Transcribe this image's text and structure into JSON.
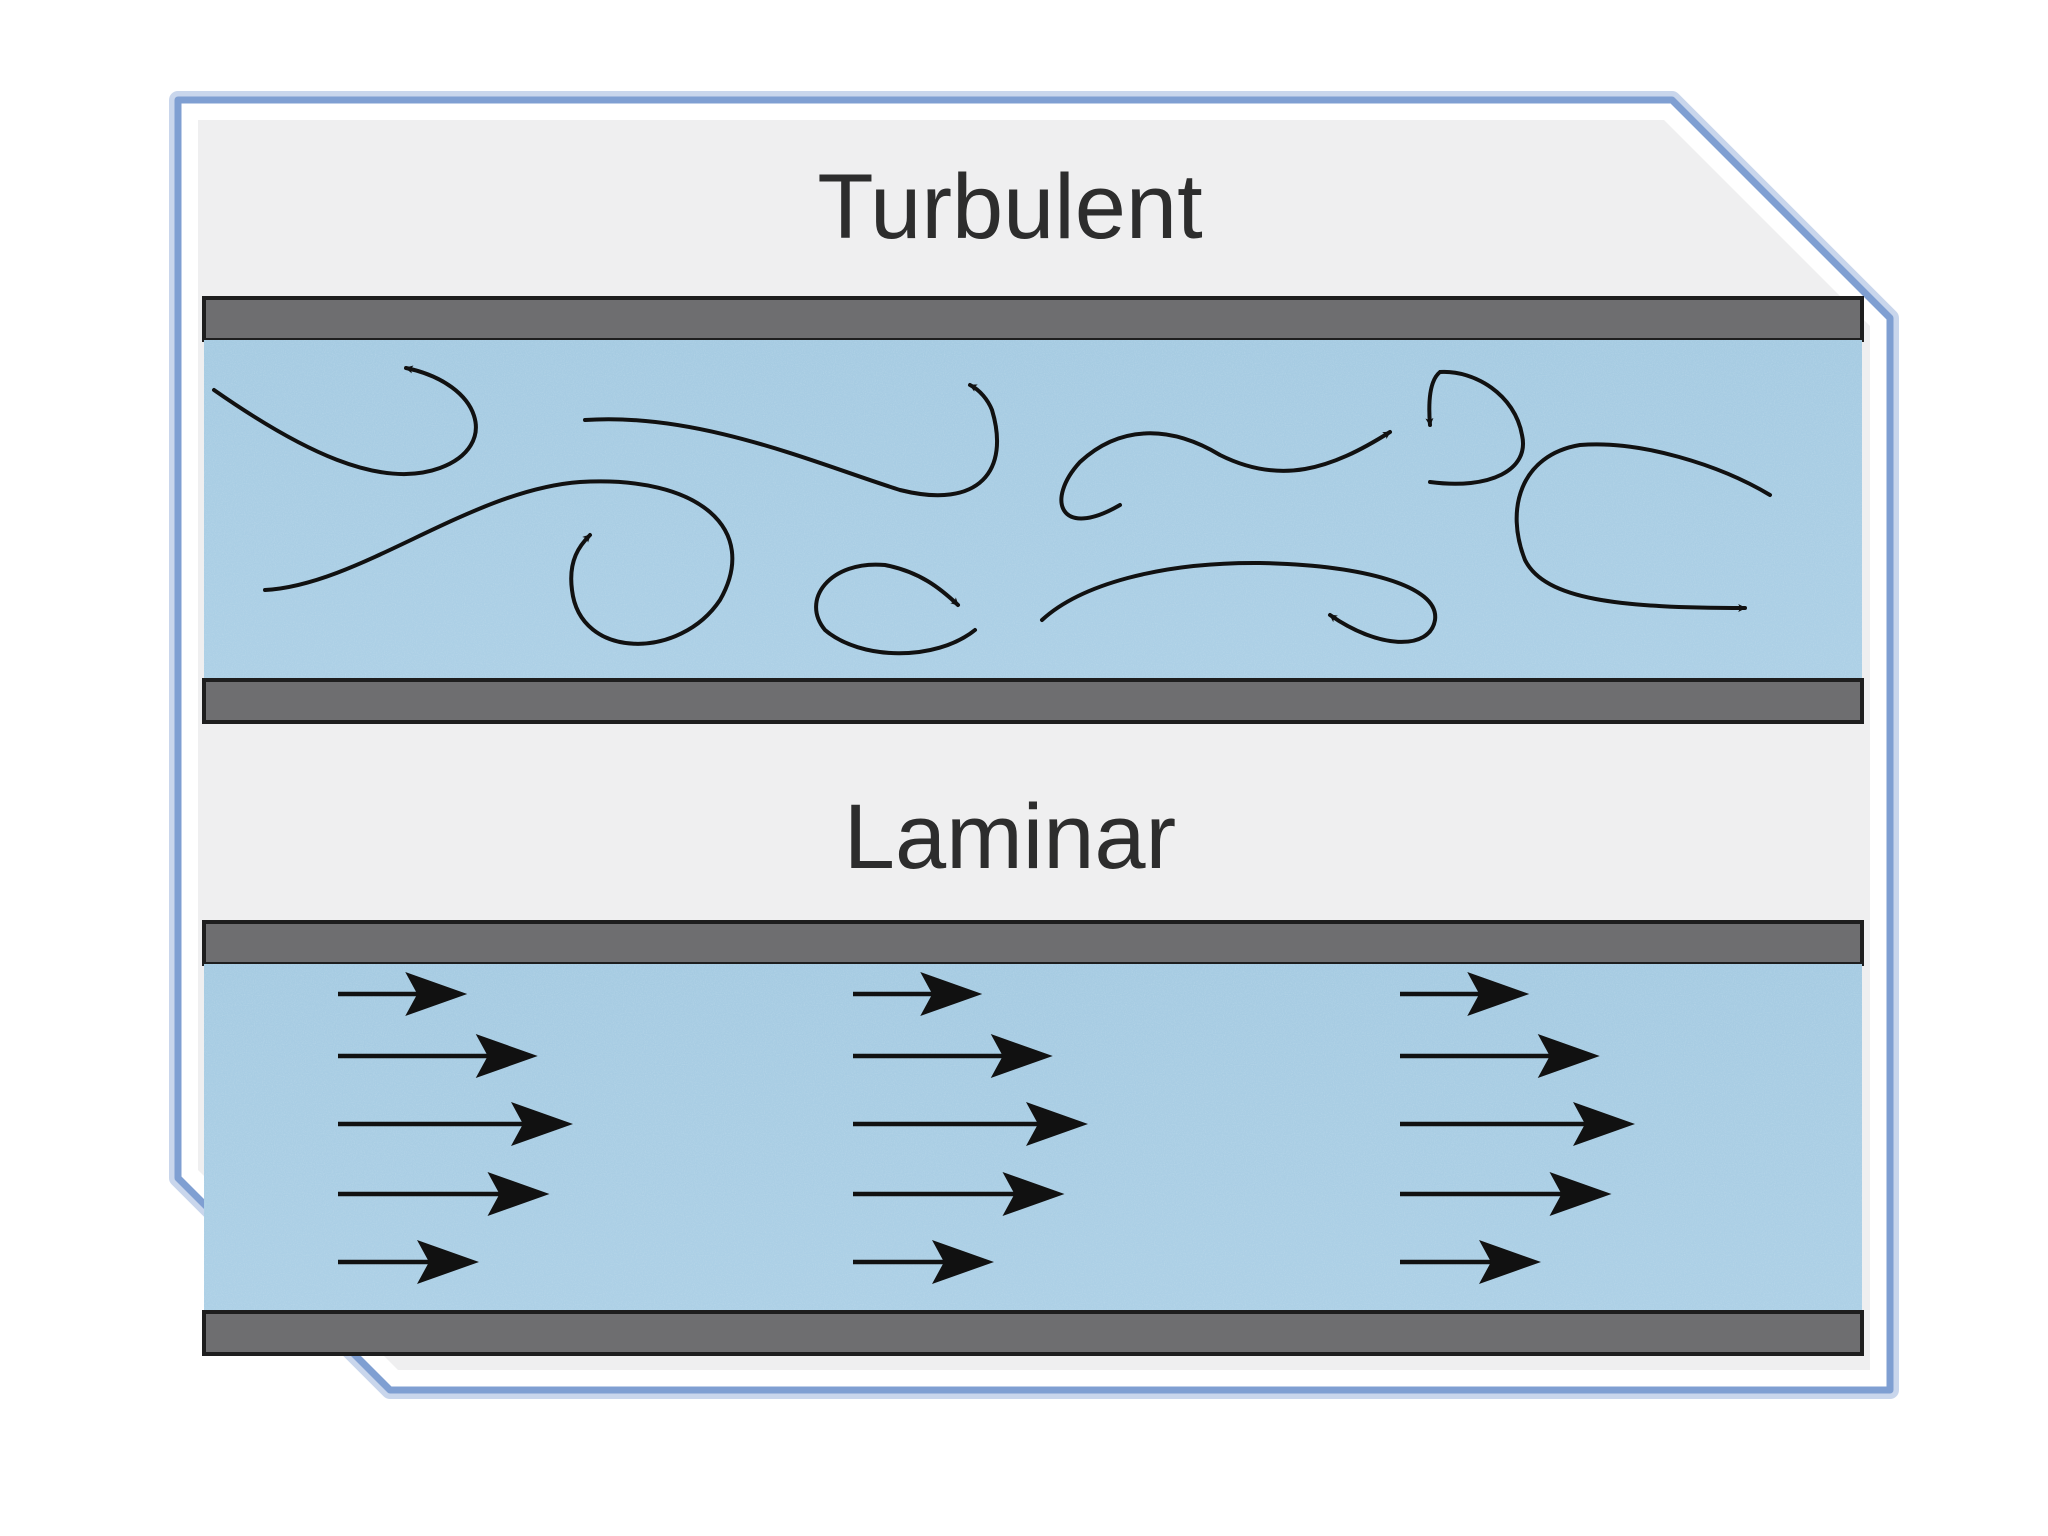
{
  "diagram": {
    "panels": [
      {
        "id": "turbulent",
        "label": "Turbulent"
      },
      {
        "id": "laminar",
        "label": "Laminar"
      }
    ],
    "colors": {
      "frame_border": "#7f9fd2",
      "frame_fill": "#efeff0",
      "fluid": "#a9cde3",
      "pipe_wall": "#6e6e70",
      "arrow": "#111111"
    },
    "laminar_velocity_profile": {
      "columns": 3,
      "relative_speeds": [
        0.55,
        0.85,
        1.0,
        0.9,
        0.6
      ]
    }
  }
}
